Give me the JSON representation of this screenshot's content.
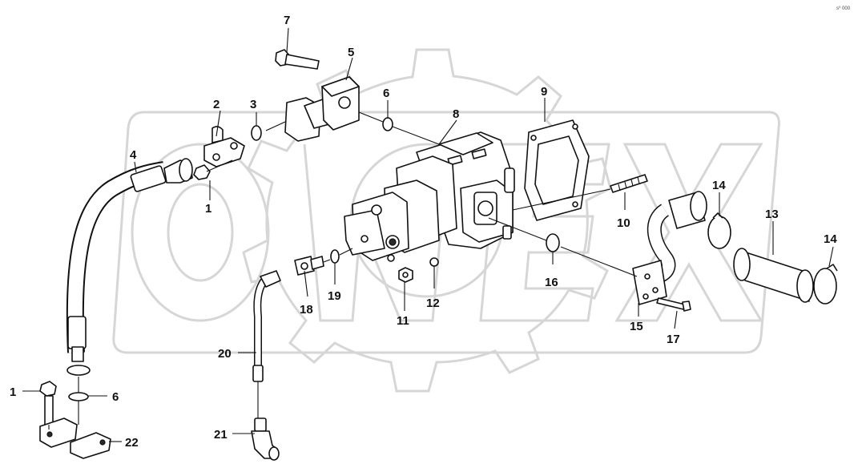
{
  "corner_mark": "s⁰ 000",
  "watermark_text": "OMEX",
  "callouts": {
    "c1a": "1",
    "c1b": "1",
    "c2": "2",
    "c3": "3",
    "c4": "4",
    "c5": "5",
    "c6a": "6",
    "c6b": "6",
    "c7": "7",
    "c8": "8",
    "c9": "9",
    "c10": "10",
    "c11": "11",
    "c12": "12",
    "c13": "13",
    "c14a": "14",
    "c14b": "14",
    "c15": "15",
    "c16": "16",
    "c17": "17",
    "c18": "18",
    "c19": "19",
    "c20": "20",
    "c21": "21",
    "c22": "22"
  },
  "colors": {
    "line": "#111111",
    "watermark": "#d6d6d6",
    "background": "#ffffff"
  }
}
